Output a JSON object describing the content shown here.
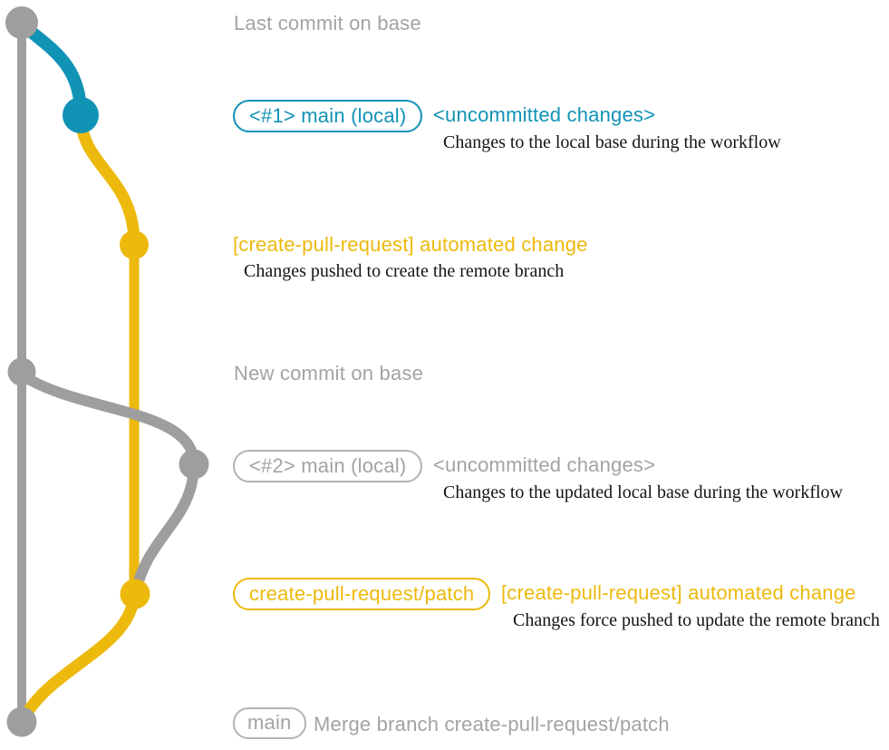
{
  "colors": {
    "graph_gray": "#9e9e9e",
    "gray_text": "#a3a3a3",
    "gray_border": "#b3b3b3",
    "blue": "#1193b5",
    "yellow": "#edb90d",
    "ink": "#141414"
  },
  "events": [
    {
      "id": "base-last-commit",
      "label": "Last commit on base",
      "branch": "base",
      "color": "gray"
    },
    {
      "id": "local-commit-1",
      "badge": "<#1> main (local)",
      "title": "<uncommitted changes>",
      "description": "Changes to the local base during the workflow",
      "color": "blue"
    },
    {
      "id": "push-1",
      "title": "[create-pull-request] automated change",
      "description": "Changes pushed to create the remote branch",
      "color": "yellow"
    },
    {
      "id": "base-new-commit",
      "label": "New commit on base",
      "branch": "base",
      "color": "gray"
    },
    {
      "id": "local-commit-2",
      "badge": "<#2> main (local)",
      "title": "<uncommitted changes>",
      "description": "Changes to the updated local base during the workflow",
      "color": "gray"
    },
    {
      "id": "push-2",
      "badge": "create-pull-request/patch",
      "title": "[create-pull-request] automated change",
      "description": "Changes force pushed to update the remote branch",
      "color": "yellow"
    },
    {
      "id": "merge",
      "badge": "main",
      "title": "Merge branch create-pull-request/patch",
      "color": "gray"
    }
  ],
  "graph": {
    "branches": [
      {
        "name": "base (main)",
        "color": "gray"
      },
      {
        "name": "main (local) #1",
        "color": "blue"
      },
      {
        "name": "create-pull-request/patch",
        "color": "yellow"
      },
      {
        "name": "main (local) #2",
        "color": "gray"
      }
    ],
    "nodes": [
      {
        "id": "n-base-last",
        "event": "base-last-commit",
        "color": "gray"
      },
      {
        "id": "n-local-1",
        "event": "local-commit-1",
        "color": "blue"
      },
      {
        "id": "n-push-1",
        "event": "push-1",
        "color": "yellow"
      },
      {
        "id": "n-base-new",
        "event": "base-new-commit",
        "color": "gray"
      },
      {
        "id": "n-local-2",
        "event": "local-commit-2",
        "color": "gray"
      },
      {
        "id": "n-push-2",
        "event": "push-2",
        "color": "yellow"
      },
      {
        "id": "n-merge",
        "event": "merge",
        "color": "gray"
      }
    ],
    "edges": [
      {
        "from": "n-base-last",
        "to": "n-merge",
        "color": "gray"
      },
      {
        "from": "n-base-last",
        "to": "n-local-1",
        "color": "blue"
      },
      {
        "from": "n-local-1",
        "to": "n-push-1",
        "color": "yellow"
      },
      {
        "from": "n-push-1",
        "to": "n-push-2",
        "color": "yellow"
      },
      {
        "from": "n-base-new",
        "to": "n-local-2",
        "color": "gray"
      },
      {
        "from": "n-local-2",
        "to": "n-push-2",
        "color": "gray"
      },
      {
        "from": "n-push-2",
        "to": "n-merge",
        "color": "yellow"
      }
    ]
  }
}
